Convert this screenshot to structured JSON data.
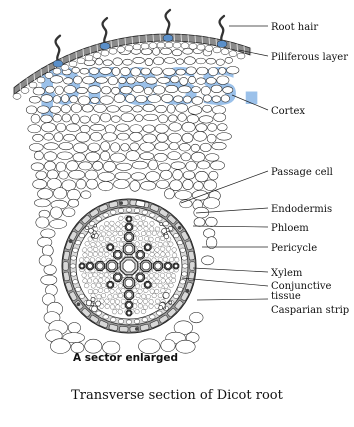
{
  "labels": {
    "root_hair": "Root hair",
    "piliferous_layer": "Piliferous layer",
    "cortex": "Cortex",
    "passage_cell": "Passage cell",
    "endodermis": "Endodermis",
    "phloem": "Phloem",
    "pericycle": "Pericycle",
    "xylem": "Xylem",
    "conjunctive_line1": "Conjunctive",
    "conjunctive_line2": "tissue",
    "casparian_strip": "Casparian strip"
  },
  "subtitle": "A sector enlarged",
  "caption": "Transverse section of Dicot root",
  "watermark": "press.",
  "colors": {
    "outline": "#222222",
    "epidermis": "#8a8a8a",
    "endodermis": "#9a9a9a",
    "pericycle": "#dcdcdc",
    "xylem": "#d2d2d2",
    "watermark": "#4a90d9"
  }
}
